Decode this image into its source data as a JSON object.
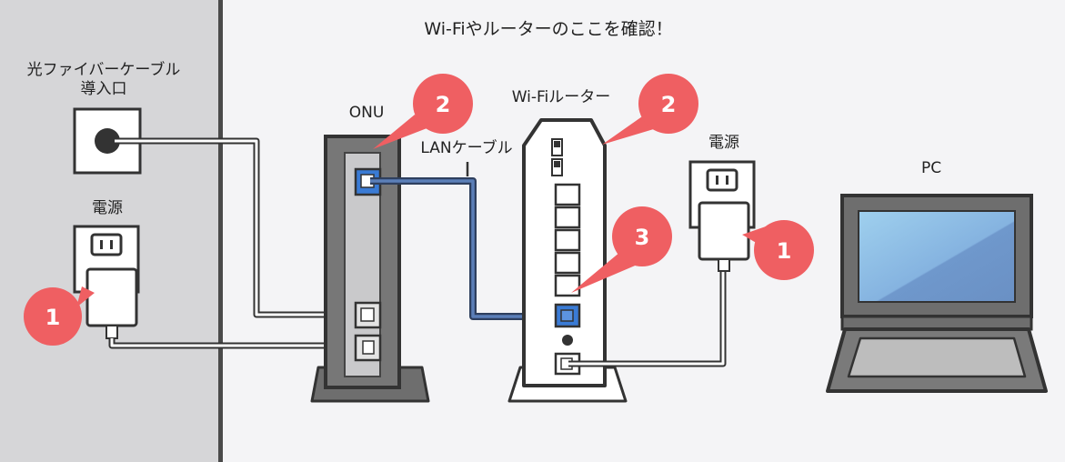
{
  "title": "Wi-Fiやルーターのここを確認！",
  "labels": {
    "fiber_port_line1": "光ファイバーケーブル",
    "fiber_port_line2": "導入口",
    "power_left": "電源",
    "onu": "ONU",
    "lan_cable": "LANケーブル",
    "wifi_router": "Wi-Fiルーター",
    "power_right": "電源",
    "pc": "PC"
  },
  "badges": {
    "power_left": "1",
    "onu": "2",
    "wifi_router": "2",
    "router_lan_port": "3",
    "power_right": "1"
  },
  "colors": {
    "background": "#f4f4f6",
    "wall": "#d6d6d8",
    "outline": "#333333",
    "device_gray": "#777777",
    "lan_blue": "#3f6aa6",
    "port_blue": "#3a7bd5",
    "badge_red": "#ef5f62",
    "screen_blue": "#7b9fd0"
  }
}
